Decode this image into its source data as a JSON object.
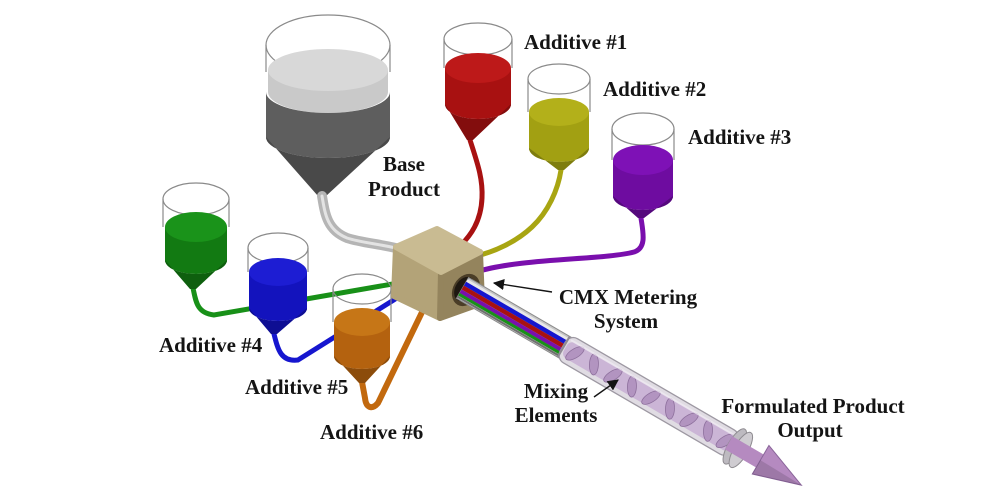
{
  "background": "#ffffff",
  "text_color": "#141414",
  "hoppers": [
    {
      "id": "base-product",
      "label": "Base Product",
      "label_lines": [
        "Base",
        "Product"
      ],
      "body_color": "#5e5e5e",
      "content_color": "#d8d8d8",
      "band_color": "#c9c9c9",
      "tube_color": "#b5b5b5"
    },
    {
      "id": "additive-1",
      "label": "Additive #1",
      "body_color": "#a81111",
      "content_color": "#bd1919",
      "tube_color": "#a81111"
    },
    {
      "id": "additive-2",
      "label": "Additive #2",
      "body_color": "#a2a012",
      "content_color": "#b3b01a",
      "tube_color": "#a8a512"
    },
    {
      "id": "additive-3",
      "label": "Additive #3",
      "body_color": "#6e0ca0",
      "content_color": "#7e11b6",
      "tube_color": "#7a0fad"
    },
    {
      "id": "additive-4",
      "label": "Additive #4",
      "body_color": "#127a12",
      "content_color": "#1a931a",
      "tube_color": "#189018"
    },
    {
      "id": "additive-5",
      "label": "Additive #5",
      "body_color": "#1313bd",
      "content_color": "#1d1dd3",
      "tube_color": "#1616cf"
    },
    {
      "id": "additive-6",
      "label": "Additive #6",
      "body_color": "#b4620f",
      "content_color": "#c67617",
      "tube_color": "#c2690e"
    }
  ],
  "metering_block": {
    "label": "CMX Metering System",
    "label_lines": [
      "CMX Metering",
      "System"
    ],
    "top_color": "#c9bb92",
    "front_color": "#b3a378",
    "side_color": "#94845d",
    "port_ring_color": "#4a3d27",
    "port_hole_color": "#1e1811"
  },
  "mixing_section": {
    "label": "Mixing Elements",
    "label_lines": [
      "Mixing",
      "Elements"
    ],
    "tube_color": "#e0dce3",
    "tube_edge_color": "#9d98a2",
    "core_color": "#cbb5d6",
    "element_color": "#b294c0",
    "casing_color": "#c6c6c6"
  },
  "output": {
    "label": "Formulated Product Output",
    "label_lines": [
      "Formulated Product",
      "Output"
    ],
    "arrow_color": "#b58ac0",
    "flange_color": "#cfccd1"
  }
}
